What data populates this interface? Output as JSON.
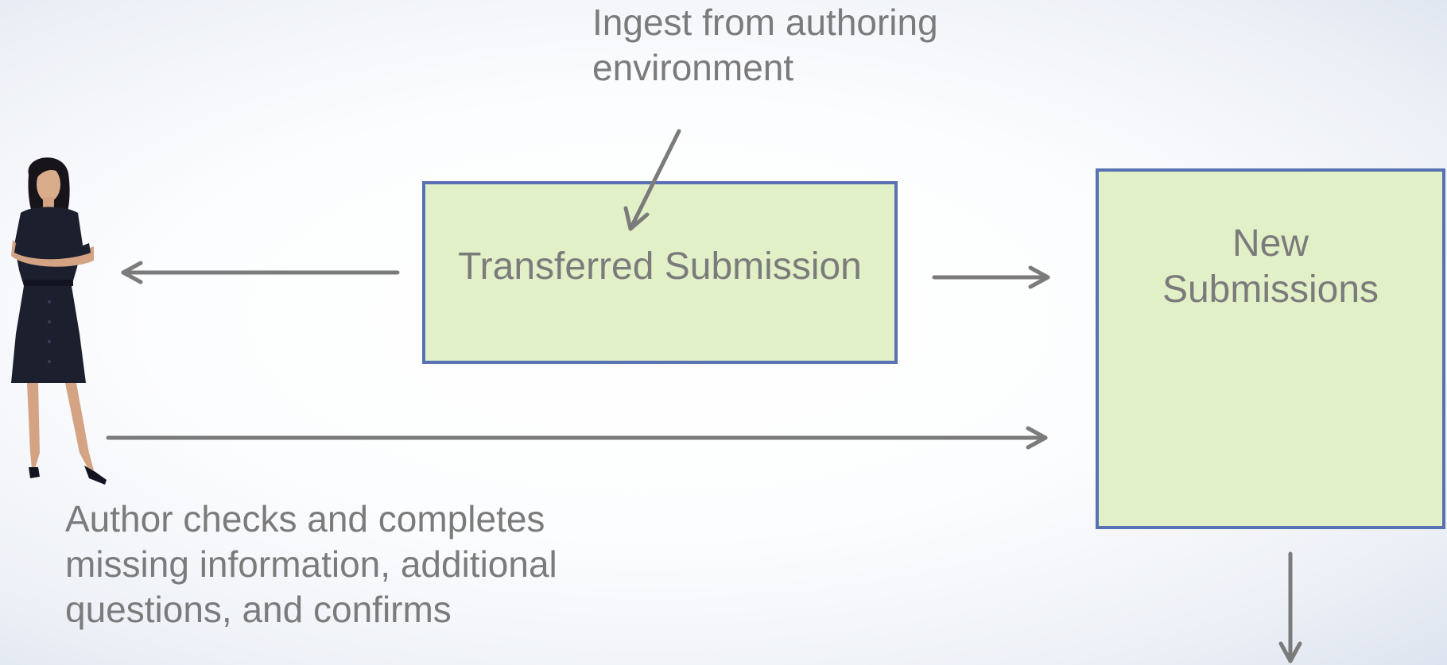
{
  "diagram": {
    "ingest_label": "Ingest from authoring\nenvironment",
    "transferred_box_label": "Transferred Submission",
    "new_box_label": "New\nSubmissions",
    "author_label": "Author checks and completes\nmissing information, additional\nquestions, and confirms"
  },
  "colors": {
    "box_fill": "#e2f0c8",
    "box_border": "#5871b3",
    "arrow": "#7b7b7b",
    "text": "#7b7b7b"
  },
  "icons": {
    "author_figure": "person-icon"
  }
}
